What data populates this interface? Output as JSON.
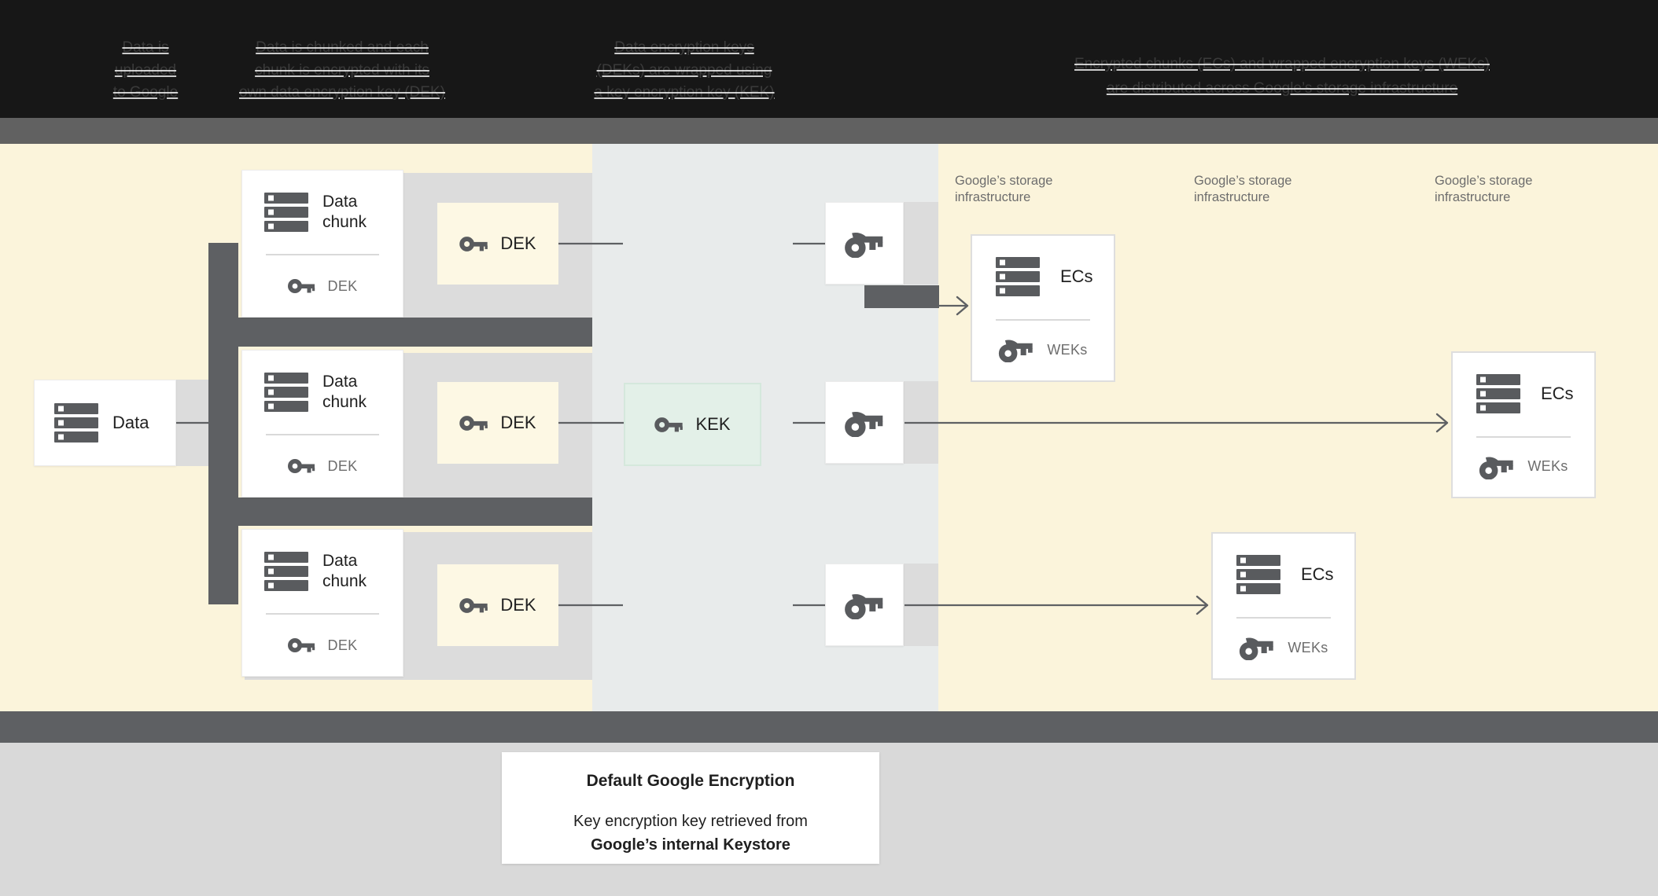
{
  "header": {
    "steps": [
      {
        "lines": [
          "Data is",
          "uploaded",
          "to Google"
        ]
      },
      {
        "lines": [
          "Data is chunked and each",
          "chunk is encrypted with its",
          "own data encryption key (DEK)"
        ]
      },
      {
        "lines": [
          "Data encryption keys",
          "(DEKs) are wrapped using",
          "a key encryption key (KEK)"
        ]
      },
      {
        "lines": [
          "Encrypted chunks (ECs) and wrapped encryption keys (WEKs)",
          "are distributed across Google’s storage infrastructure"
        ]
      }
    ]
  },
  "diagram": {
    "data_box": {
      "label": "Data"
    },
    "rows": [
      {
        "chunk_title": "Data chunk",
        "chunk_key_label": "DEK",
        "dek_label": "DEK"
      },
      {
        "chunk_title": "Data chunk",
        "chunk_key_label": "DEK",
        "dek_label": "DEK"
      },
      {
        "chunk_title": "Data chunk",
        "chunk_key_label": "DEK",
        "dek_label": "DEK"
      }
    ],
    "kek_label": "KEK",
    "storage_labels": [
      {
        "line1": "Google’s storage",
        "line2": "infrastructure"
      },
      {
        "line1": "Google’s storage",
        "line2": "infrastructure"
      },
      {
        "line1": "Google’s storage",
        "line2": "infrastructure"
      }
    ],
    "ec_boxes": [
      {
        "title": "ECs",
        "key_label": "WEKs"
      },
      {
        "title": "ECs",
        "key_label": "WEKs"
      },
      {
        "title": "ECs",
        "key_label": "WEKs"
      }
    ]
  },
  "caption": {
    "title": "Default Google Encryption",
    "body_line1": "Key encryption key retrieved from",
    "body_line2": "Google’s internal Keystore"
  },
  "colors": {
    "dark_gray": "#5e6063",
    "cream_bg": "#fbf4db",
    "dek_box": "#fdf8e4",
    "kek_box": "#e3f0e8",
    "mid_column": "#e8ebeb",
    "panel_gray": "#dcdcdc",
    "header_black": "#171717",
    "bottom_gray": "#d9d9d9"
  }
}
